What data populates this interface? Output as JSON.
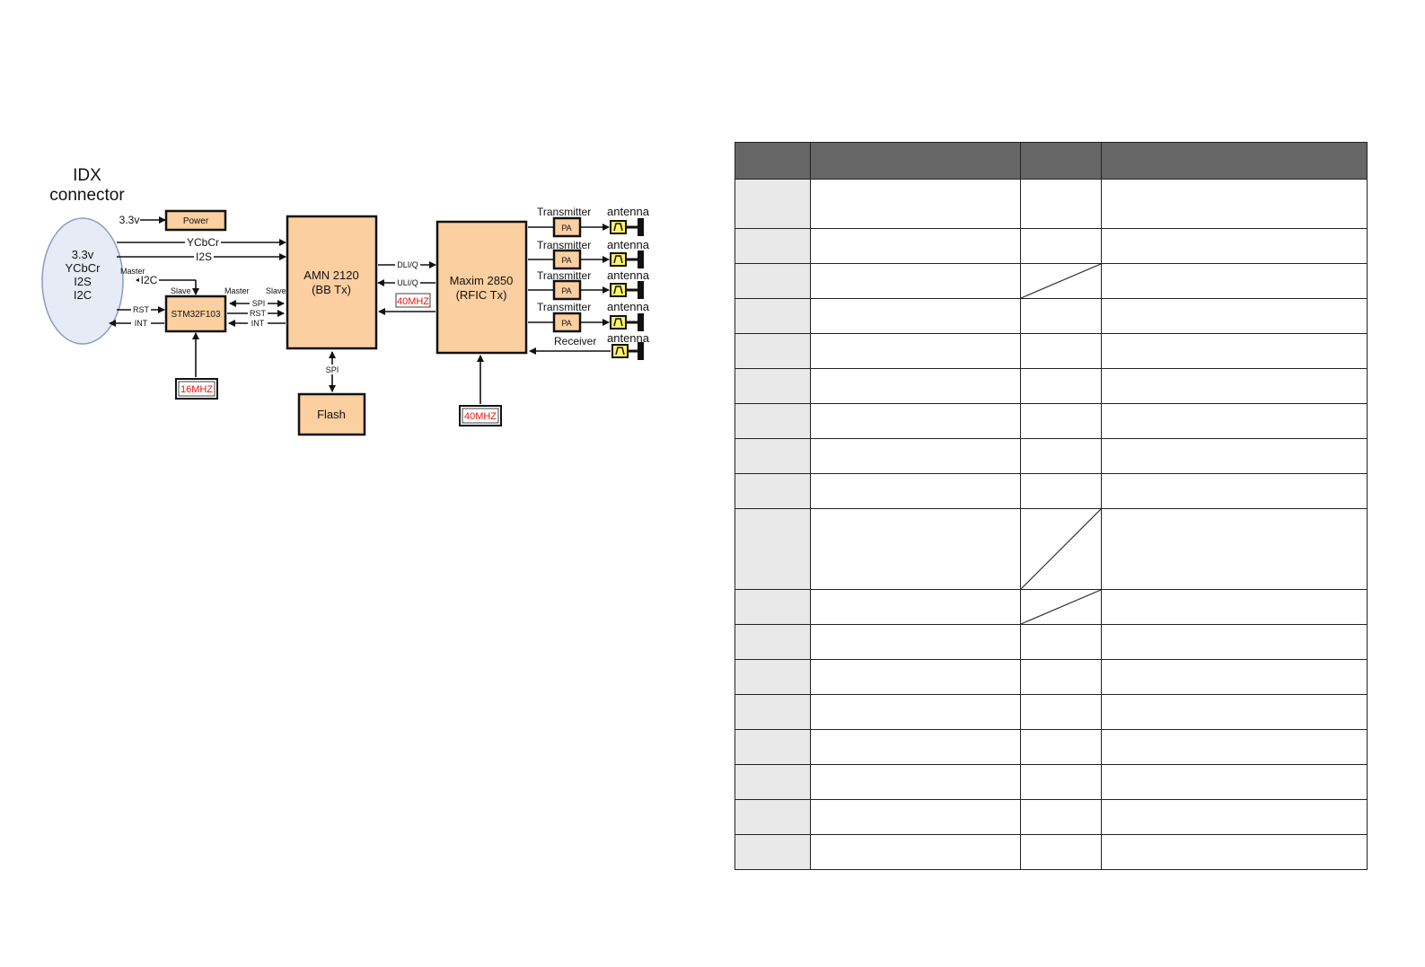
{
  "diagram": {
    "idx_title_line1": "IDX",
    "idx_title_line2": "connector",
    "connector_signals": [
      "3.3v",
      "YCbCr",
      "I2S",
      "I2C"
    ],
    "power_label": "Power",
    "signal_3v3": "3.3v",
    "signal_ycbcr": "YCbCr",
    "signal_i2s": "I2S",
    "signal_i2c": "I2C",
    "master_label": "Master",
    "slave_label": "Slave",
    "mcu_master_label": "Master",
    "mcu_slave_label": "Slave",
    "mcu_label": "STM32F103",
    "rst_label": "RST",
    "int_label": "INT",
    "spi_label": "SPI",
    "rst_label_2": "RST",
    "int_label_2": "INT",
    "clk_mcu": "16MHZ",
    "bb_line1": "AMN 2120",
    "bb_line2": "(BB Tx)",
    "flash_spi": "SPI",
    "flash_label": "Flash",
    "dl_iq": "DLI/Q",
    "ul_iq": "ULI/Q",
    "clk_bb": "40MHZ",
    "rf_line1": "Maxim 2850",
    "rf_line2": "(RFIC Tx)",
    "clk_rf": "40MHZ",
    "pa_label": "PA",
    "antennas": [
      {
        "role": "Transmitter",
        "word": "antenna",
        "has_pa": true
      },
      {
        "role": "Transmitter",
        "word": "antenna",
        "has_pa": true
      },
      {
        "role": "Transmitter",
        "word": "antenna",
        "has_pa": true
      },
      {
        "role": "Transmitter",
        "word": "antenna",
        "has_pa": true
      },
      {
        "role": "Receiver",
        "word": "antenna",
        "has_pa": false
      }
    ]
  },
  "colors": {
    "block_fill": "#fbcf9f",
    "connector_fill": "#e6ebf6",
    "clock_text": "#e8150f",
    "table_header": "#666666",
    "first_column": "#e9e9e9"
  },
  "table": {
    "header": [
      "",
      "",
      "",
      ""
    ],
    "rows": [
      {
        "cells": [
          "",
          "",
          "",
          ""
        ],
        "diag": false,
        "tall": 2
      },
      {
        "cells": [
          "",
          "",
          "",
          ""
        ],
        "diag": false,
        "tall": 1
      },
      {
        "cells": [
          "",
          "",
          "",
          ""
        ],
        "diag": true,
        "tall": 1
      },
      {
        "cells": [
          "",
          "",
          "",
          ""
        ],
        "diag": false,
        "tall": 1
      },
      {
        "cells": [
          "",
          "",
          "",
          ""
        ],
        "diag": false,
        "tall": 1
      },
      {
        "cells": [
          "",
          "",
          "",
          ""
        ],
        "diag": false,
        "tall": 1
      },
      {
        "cells": [
          "",
          "",
          "",
          ""
        ],
        "diag": false,
        "tall": 1
      },
      {
        "cells": [
          "",
          "",
          "",
          ""
        ],
        "diag": false,
        "tall": 1
      },
      {
        "cells": [
          "",
          "",
          "",
          ""
        ],
        "diag": false,
        "tall": 1
      },
      {
        "cells": [
          "",
          "",
          "",
          ""
        ],
        "diag": true,
        "tall": 3
      },
      {
        "cells": [
          "",
          "",
          "",
          ""
        ],
        "diag": true,
        "tall": 1
      },
      {
        "cells": [
          "",
          "",
          "",
          ""
        ],
        "diag": false,
        "tall": 1
      },
      {
        "cells": [
          "",
          "",
          "",
          ""
        ],
        "diag": false,
        "tall": 1
      },
      {
        "cells": [
          "",
          "",
          "",
          ""
        ],
        "diag": false,
        "tall": 1
      },
      {
        "cells": [
          "",
          "",
          "",
          ""
        ],
        "diag": false,
        "tall": 1
      },
      {
        "cells": [
          "",
          "",
          "",
          ""
        ],
        "diag": false,
        "tall": 1
      },
      {
        "cells": [
          "",
          "",
          "",
          ""
        ],
        "diag": false,
        "tall": 1
      },
      {
        "cells": [
          "",
          "",
          "",
          ""
        ],
        "diag": false,
        "tall": 1
      }
    ]
  }
}
